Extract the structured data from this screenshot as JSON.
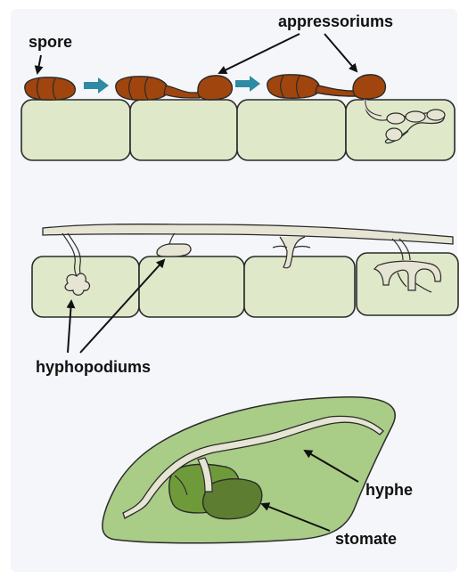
{
  "labels": {
    "spore": "spore",
    "appressoriums": "appressoriums",
    "hyphopodiums": "hyphopodiums",
    "hyphe": "hyphe",
    "stomate": "stomate"
  },
  "colors": {
    "panel_background": "#f4f6f9",
    "plant_cell_fill": "#dfe8c9",
    "cell_outline": "#2b2b2b",
    "spore_fill": "#a0450e",
    "hypha_fill": "#e6e4d3",
    "flow_arrow": "#2f8aa3",
    "leaf_fill": "#a9cc86",
    "stomate_fill": "#5d7e30",
    "guard_cell_fill": "#6f9a3a"
  }
}
